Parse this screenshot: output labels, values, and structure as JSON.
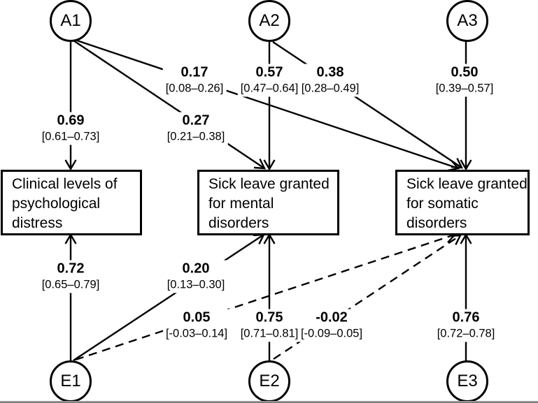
{
  "figure": {
    "type": "path-diagram",
    "background": "#ffffff",
    "line_color": "#000000"
  },
  "nodes": {
    "a1": {
      "label": "A1"
    },
    "a2": {
      "label": "A2"
    },
    "a3": {
      "label": "A3"
    },
    "e1": {
      "label": "E1"
    },
    "e2": {
      "label": "E2"
    },
    "e3": {
      "label": "E3"
    }
  },
  "boxes": {
    "distress": {
      "lines": [
        "Clinical levels of",
        "psychological",
        "distress"
      ]
    },
    "mental": {
      "lines": [
        "Sick leave granted",
        "for mental",
        "disorders"
      ]
    },
    "somatic": {
      "lines": [
        "Sick leave granted",
        "for somatic",
        "disorders"
      ]
    }
  },
  "paths": [
    {
      "from": "A1",
      "to": "distress",
      "estimate": "0.69",
      "ci": "[0.61–0.73]",
      "line_style": "solid"
    },
    {
      "from": "A1",
      "to": "mental",
      "estimate": "0.27",
      "ci": "[0.21–0.38]",
      "line_style": "solid"
    },
    {
      "from": "A1",
      "to": "somatic",
      "estimate": "0.17",
      "ci": "[0.08–0.26]",
      "line_style": "solid"
    },
    {
      "from": "A2",
      "to": "mental",
      "estimate": "0.57",
      "ci": "[0.47–0.64]",
      "line_style": "solid"
    },
    {
      "from": "A2",
      "to": "somatic",
      "estimate": "0.38",
      "ci": "[0.28–0.49]",
      "line_style": "solid"
    },
    {
      "from": "A3",
      "to": "somatic",
      "estimate": "0.50",
      "ci": "[0.39–0.57]",
      "line_style": "solid"
    },
    {
      "from": "E1",
      "to": "distress",
      "estimate": "0.72",
      "ci": "[0.65–0.79]",
      "line_style": "solid"
    },
    {
      "from": "E1",
      "to": "mental",
      "estimate": "0.20",
      "ci": "[0.13–0.30]",
      "line_style": "solid"
    },
    {
      "from": "E1",
      "to": "somatic",
      "estimate": "0.05",
      "ci": "[-0.03–0.14]",
      "line_style": "dashed"
    },
    {
      "from": "E2",
      "to": "mental",
      "estimate": "0.75",
      "ci": "[0.71–0.81]",
      "line_style": "solid"
    },
    {
      "from": "E2",
      "to": "somatic",
      "estimate": "-0.02",
      "ci": "[-0.09–0.05]",
      "line_style": "dashed"
    },
    {
      "from": "E3",
      "to": "somatic",
      "estimate": "0.76",
      "ci": "[0.72–0.78]",
      "line_style": "solid"
    }
  ]
}
